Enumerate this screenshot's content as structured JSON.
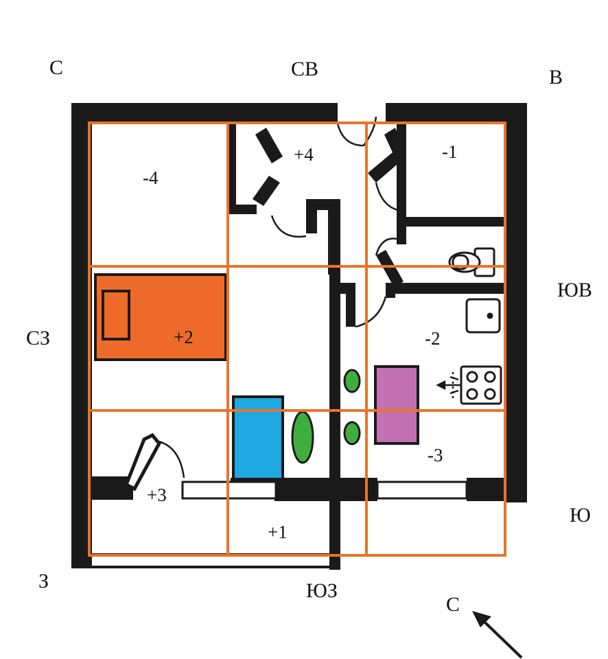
{
  "directions": {
    "north": "С",
    "northeast": "СВ",
    "east": "В",
    "northwest": "СЗ",
    "southeast": "ЮВ",
    "west": "З",
    "southwest": "ЮЗ",
    "south": "Ю",
    "compass_north": "С"
  },
  "zones": {
    "top_left": "-4",
    "top_middle": "+4",
    "top_right": "-1",
    "middle_left": "+2",
    "middle_right": "-2",
    "bottom_right": "-3",
    "bottom_left": "+3",
    "bottom_middle": "+1"
  },
  "colors": {
    "wall": "#1a1a1a",
    "grid": "#e8742a",
    "bed": "#ee6a2a",
    "wardrobe": "#1ea7e1",
    "table": "#c471b4",
    "plants": "#3fae3f"
  }
}
